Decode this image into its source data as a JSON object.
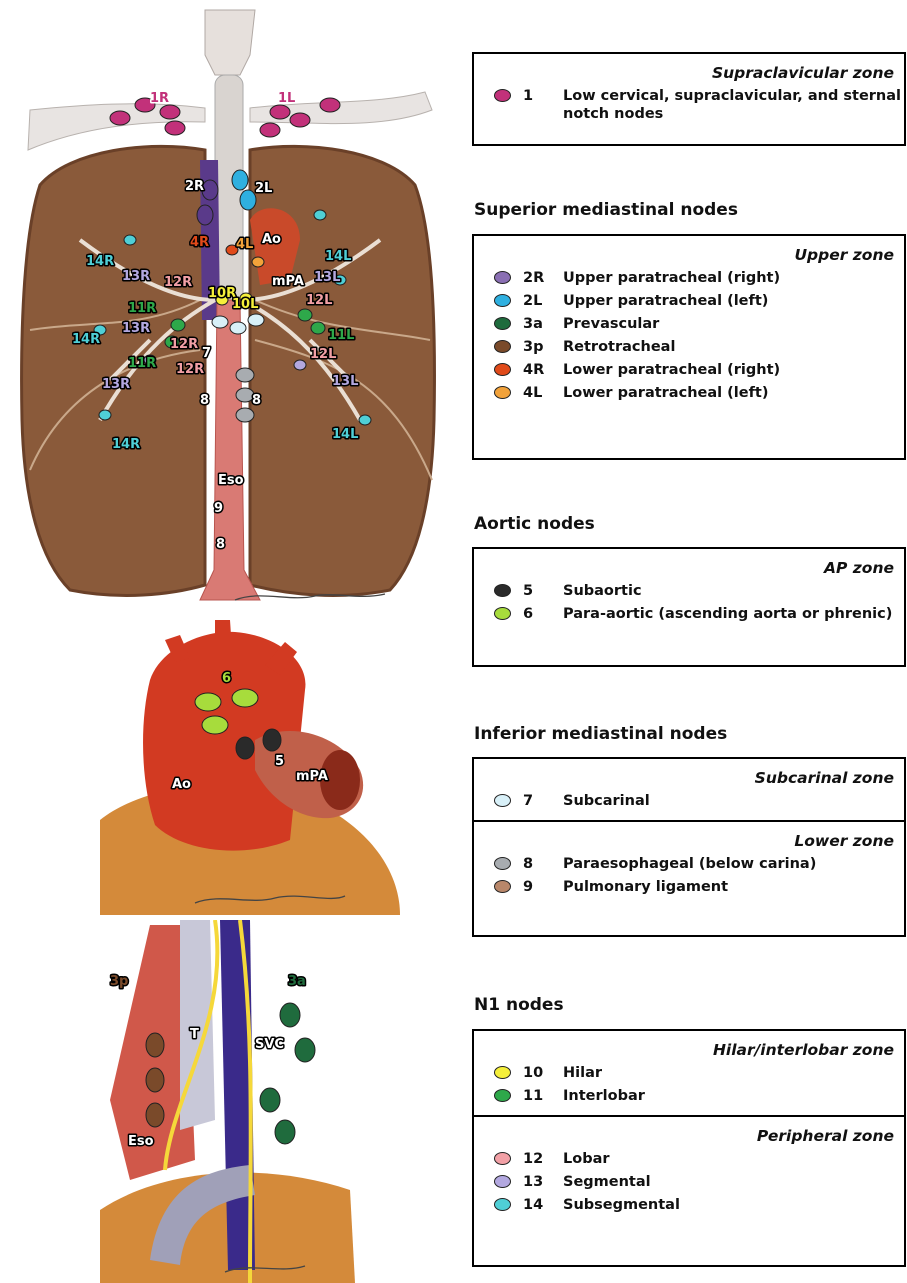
{
  "illustrations": {
    "lungs": {
      "labels": [
        "1R",
        "1L",
        "2R",
        "2L",
        "4R",
        "4L",
        "Ao",
        "mPA",
        "14R",
        "13R",
        "12R",
        "10R",
        "10L",
        "13L",
        "14L",
        "12L",
        "11R",
        "11L",
        "7",
        "8",
        "Eso",
        "9"
      ],
      "dup": {
        "14R_2": "14R",
        "14R_3": "14R",
        "13R_2": "13R",
        "13R_3": "13R",
        "12R_2": "12R",
        "12R_3": "12R",
        "11R_2": "11R",
        "13L_2": "13L",
        "14L_2": "14L",
        "12L_2": "12L",
        "8_2": "8",
        "8_3": "8"
      }
    },
    "heart": {
      "labels": [
        "6",
        "5",
        "Ao",
        "mPA"
      ]
    },
    "side": {
      "labels": [
        "3p",
        "3a",
        "T",
        "SVC",
        "Eso"
      ]
    }
  },
  "sections": {
    "supraclavicular": {
      "zone": "Supraclavicular zone",
      "rows": [
        {
          "code": "1",
          "desc": "Low cervical, supraclavicular, and sternal notch nodes",
          "color": "#c2317a"
        }
      ]
    },
    "superior": {
      "heading": "Superior mediastinal nodes",
      "zone": "Upper zone",
      "rows": [
        {
          "code": "2R",
          "desc": "Upper paratracheal (right)",
          "color": "#8a6fb3"
        },
        {
          "code": "2L",
          "desc": "Upper paratracheal (left)",
          "color": "#2fb0e0"
        },
        {
          "code": "3a",
          "desc": "Prevascular",
          "color": "#1f6b3d"
        },
        {
          "code": "3p",
          "desc": "Retrotracheal",
          "color": "#7a4a2a"
        },
        {
          "code": "4R",
          "desc": "Lower paratracheal (right)",
          "color": "#e04a1a"
        },
        {
          "code": "4L",
          "desc": "Lower paratracheal (left)",
          "color": "#f2a23a"
        }
      ]
    },
    "aortic": {
      "heading": "Aortic nodes",
      "zone": "AP zone",
      "rows": [
        {
          "code": "5",
          "desc": "Subaortic",
          "color": "#2a2a2a"
        },
        {
          "code": "6",
          "desc": "Para-aortic (ascending aorta or phrenic)",
          "color": "#a7dc3c"
        }
      ]
    },
    "inferior": {
      "heading": "Inferior mediastinal nodes",
      "zone1": "Subcarinal zone",
      "rows1": [
        {
          "code": "7",
          "desc": "Subcarinal",
          "color": "#d8f0f8"
        }
      ],
      "zone2": "Lower zone",
      "rows2": [
        {
          "code": "8",
          "desc": "Paraesophageal (below carina)",
          "color": "#a8acb0"
        },
        {
          "code": "9",
          "desc": "Pulmonary ligament",
          "color": "#b9876a"
        }
      ]
    },
    "n1": {
      "heading": "N1 nodes",
      "zone1": "Hilar/interlobar zone",
      "rows1": [
        {
          "code": "10",
          "desc": "Hilar",
          "color": "#f5ef3a"
        },
        {
          "code": "11",
          "desc": "Interlobar",
          "color": "#2ea84a"
        }
      ],
      "zone2": "Peripheral zone",
      "rows2": [
        {
          "code": "12",
          "desc": "Lobar",
          "color": "#f2a0a6"
        },
        {
          "code": "13",
          "desc": "Segmental",
          "color": "#b3a8e0"
        },
        {
          "code": "14",
          "desc": "Subsegmental",
          "color": "#4fcfd6"
        }
      ]
    }
  }
}
